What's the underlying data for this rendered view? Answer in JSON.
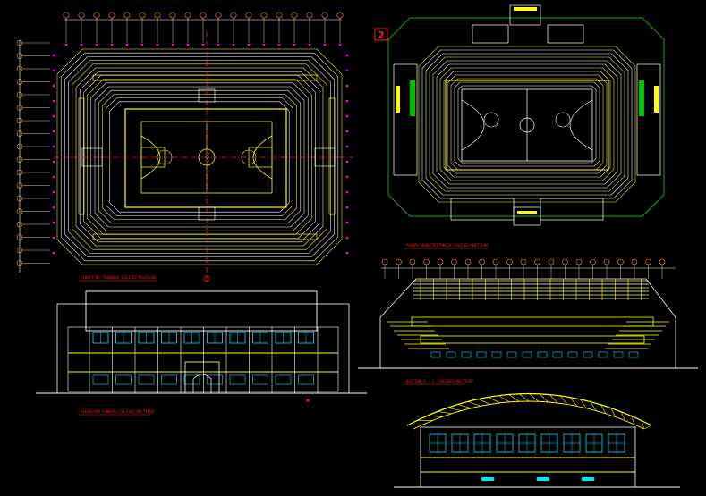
{
  "sheet": {
    "background": "#000000",
    "colors": {
      "yellow": "#ffff00",
      "white": "#ffffff",
      "green": "#00c000",
      "red": "#ff2020",
      "magenta": "#ff00ff",
      "cyan": "#00e0ff",
      "blue": "#4060ff",
      "orange": "#ffa000"
    }
  },
  "views": {
    "plan_1": {
      "title": "PLANTA DE TRIBUNAS COLISEO MULTIUSO",
      "grid_labels": [
        "1",
        "2",
        "3",
        "4",
        "5",
        "6",
        "7",
        "8",
        "9",
        "10",
        "11",
        "12",
        "13",
        "14",
        "15",
        "16",
        "17",
        "18",
        "19"
      ],
      "side_labels": [
        "A",
        "B",
        "C",
        "D",
        "E",
        "F",
        "G",
        "H",
        "I",
        "J",
        "K",
        "L",
        "M",
        "N",
        "O",
        "P",
        "Q",
        "R"
      ]
    },
    "plan_2": {
      "title": "PLANTA ARQUITECTONICA COLISEO MULTIUSO",
      "badge": "2"
    },
    "elevation_main": {
      "title": "ELEVACION FRONTAL COLISEO MULTIUSO"
    },
    "section": {
      "title": "SECCION 1 - 1' COLISEO MULTIUSO",
      "grid_labels": [
        "1",
        "2",
        "3",
        "4",
        "5",
        "6",
        "7",
        "8",
        "9",
        "10",
        "11",
        "12",
        "13",
        "14",
        "15",
        "16",
        "17",
        "18",
        "19",
        "20",
        "21"
      ]
    },
    "elevation_arch": {
      "title": ""
    }
  }
}
